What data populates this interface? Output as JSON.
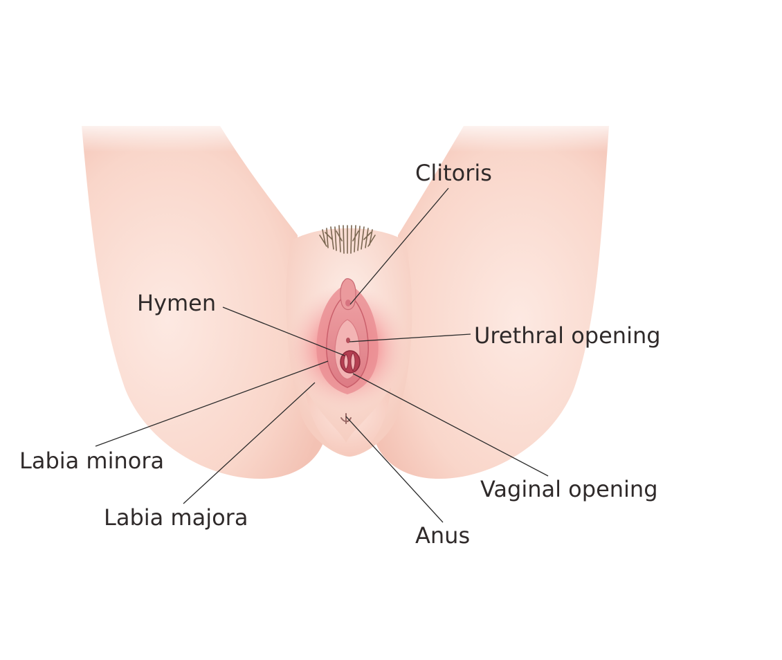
{
  "labels": {
    "clitoris": "Clitoris",
    "hymen": "Hymen",
    "urethral_opening": "Urethral opening",
    "labia_minora": "Labia minora",
    "labia_majora": "Labia majora",
    "vaginal_opening": "Vaginal opening",
    "anus": "Anus"
  },
  "colors": {
    "skin": "#f9d9cf",
    "skin_shadow": "#f1bfb1",
    "hair": "#7a6650",
    "labia": "#e79297",
    "labia_dark": "#c95f6b",
    "glow": "#ef4f5d",
    "text": "#2f2a2a",
    "line": "#2b2b2b"
  }
}
